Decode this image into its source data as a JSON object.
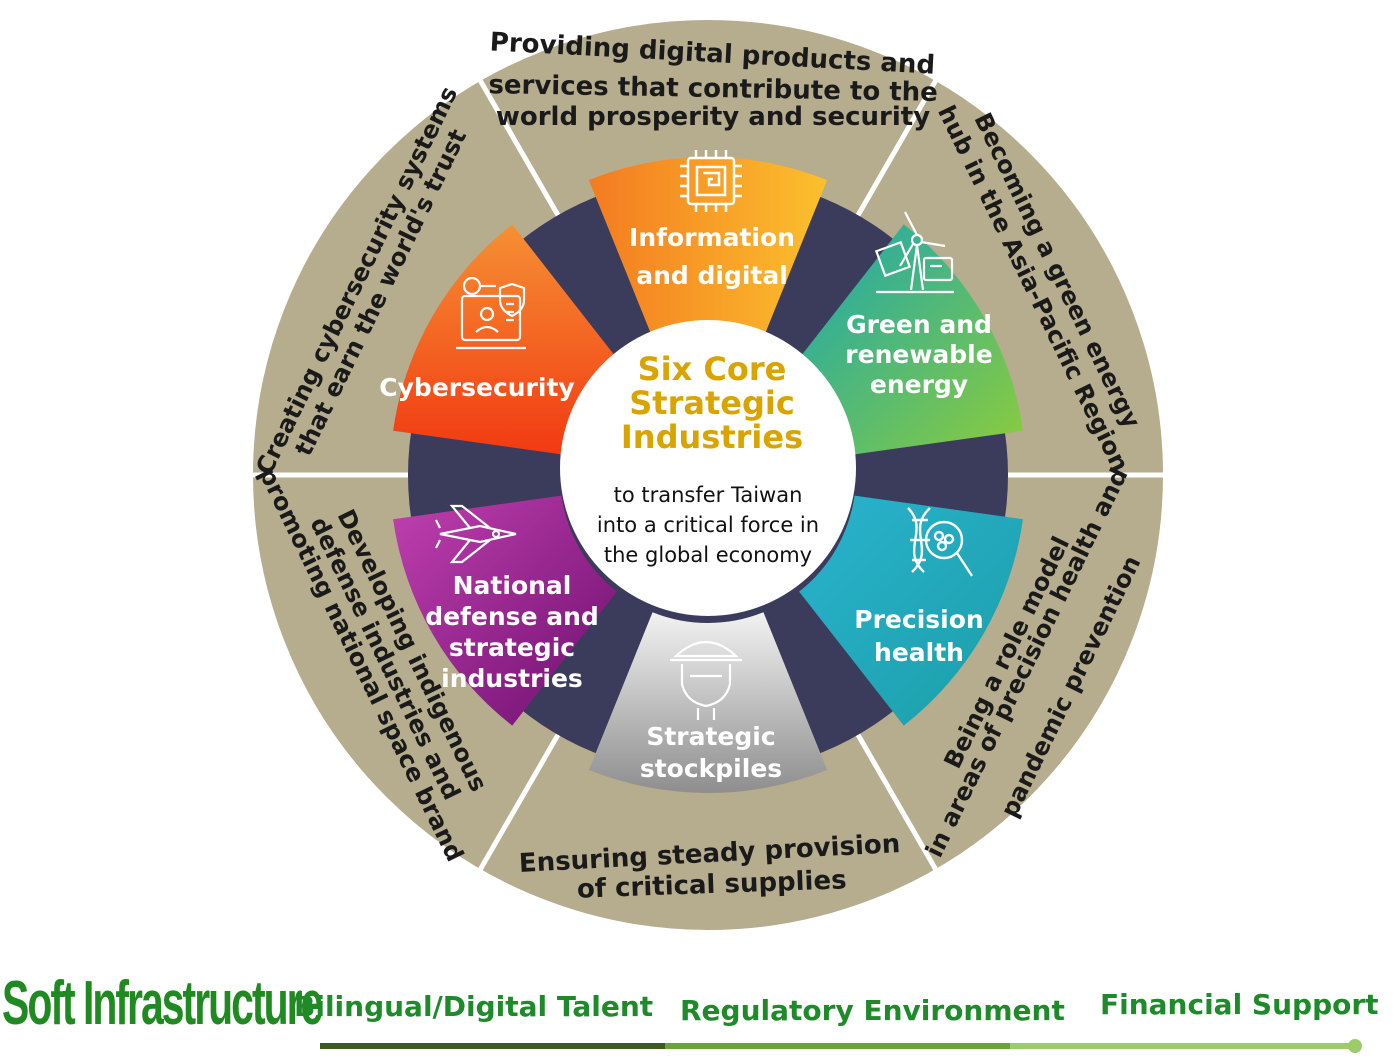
{
  "center": {
    "title_lines": [
      "Six Core",
      "Strategic",
      "Industries"
    ],
    "subtitle_lines": [
      "to  transfer Taiwan",
      "into a critical force in",
      "the global economy"
    ]
  },
  "segments": [
    {
      "label_lines": [
        "Information",
        "and digital"
      ],
      "icon": "chip-icon"
    },
    {
      "label_lines": [
        "Green and",
        "renewable",
        "energy"
      ],
      "icon": "wind-turbine-icon"
    },
    {
      "label_lines": [
        "Precision",
        "health"
      ],
      "icon": "dna-magnifier-icon"
    },
    {
      "label_lines": [
        "Strategic",
        "stockpiles"
      ],
      "icon": "hard-hat-worker-icon"
    },
    {
      "label_lines": [
        "National",
        "defense and",
        "strategic",
        "industries"
      ],
      "icon": "fighter-jet-icon"
    },
    {
      "label_lines": [
        "Cybersecurity"
      ],
      "icon": "secure-laptop-icon"
    }
  ],
  "outer_goals": [
    {
      "lines": [
        "Providing digital products and",
        "services that contribute to the",
        "world prosperity and security"
      ]
    },
    {
      "lines": [
        "Becoming a green energy",
        "hub in the Asia-Pacific Region"
      ]
    },
    {
      "lines": [
        "Being a role model",
        "in areas of precision health and",
        "pandemic prevention"
      ]
    },
    {
      "lines": [
        "Ensuring steady provision",
        "of critical supplies"
      ]
    },
    {
      "lines": [
        "Developing indigenous",
        "defense industries  and",
        "promoting national space brand"
      ]
    },
    {
      "lines": [
        "Creating cybersecurity systems",
        "that earn the world's trust"
      ]
    }
  ],
  "footer": {
    "title": "Soft Infrastructure",
    "items": [
      "Bilingual/Digital Talent",
      "Regulatory Environment",
      "Financial Support"
    ]
  },
  "colors": {
    "outer_ring": "#b6ac8e",
    "outer_border": "#ffffff",
    "dark_ring": "#3b3b5c",
    "center_title": "#d9a400",
    "text_dark": "#1a1a1a",
    "footer_green": "#1e8a2a"
  }
}
